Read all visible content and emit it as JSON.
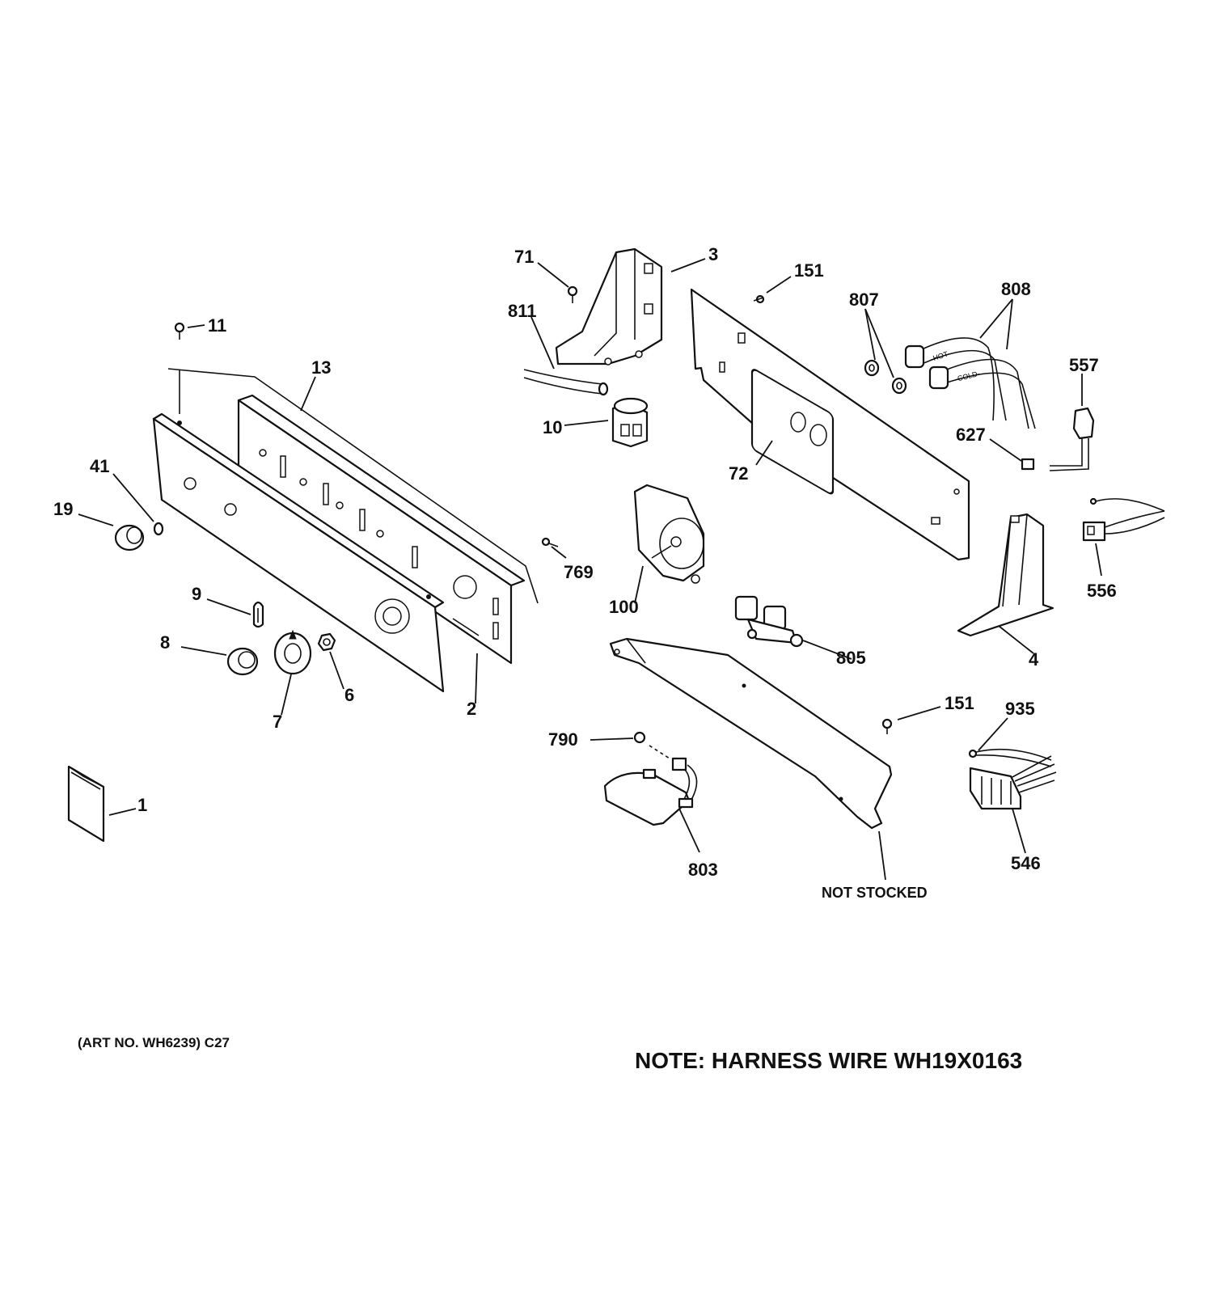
{
  "callouts": [
    {
      "id": "c71",
      "text": "71"
    },
    {
      "id": "c3",
      "text": "3"
    },
    {
      "id": "c151a",
      "text": "151"
    },
    {
      "id": "c807",
      "text": "807"
    },
    {
      "id": "c808",
      "text": "808"
    },
    {
      "id": "c811",
      "text": "811"
    },
    {
      "id": "c11",
      "text": "11"
    },
    {
      "id": "c13",
      "text": "13"
    },
    {
      "id": "c557",
      "text": "557"
    },
    {
      "id": "c627",
      "text": "627"
    },
    {
      "id": "c10",
      "text": "10"
    },
    {
      "id": "c41",
      "text": "41"
    },
    {
      "id": "c72",
      "text": "72"
    },
    {
      "id": "c19",
      "text": "19"
    },
    {
      "id": "c556",
      "text": "556"
    },
    {
      "id": "c769",
      "text": "769"
    },
    {
      "id": "c9",
      "text": "9"
    },
    {
      "id": "c100",
      "text": "100"
    },
    {
      "id": "c8",
      "text": "8"
    },
    {
      "id": "c805",
      "text": "805"
    },
    {
      "id": "c4",
      "text": "4"
    },
    {
      "id": "c6",
      "text": "6"
    },
    {
      "id": "c2",
      "text": "2"
    },
    {
      "id": "c7",
      "text": "7"
    },
    {
      "id": "c151b",
      "text": "151"
    },
    {
      "id": "c935",
      "text": "935"
    },
    {
      "id": "c790",
      "text": "790"
    },
    {
      "id": "c1",
      "text": "1"
    },
    {
      "id": "c803",
      "text": "803"
    },
    {
      "id": "c546",
      "text": "546"
    }
  ],
  "not_stocked": "NOT STOCKED",
  "art_number": "(ART NO. WH6239) C27",
  "note": "NOTE: HARNESS WIRE WH19X0163",
  "hose_labels": {
    "hot": "-HOT-",
    "cold": "-COLD-"
  }
}
